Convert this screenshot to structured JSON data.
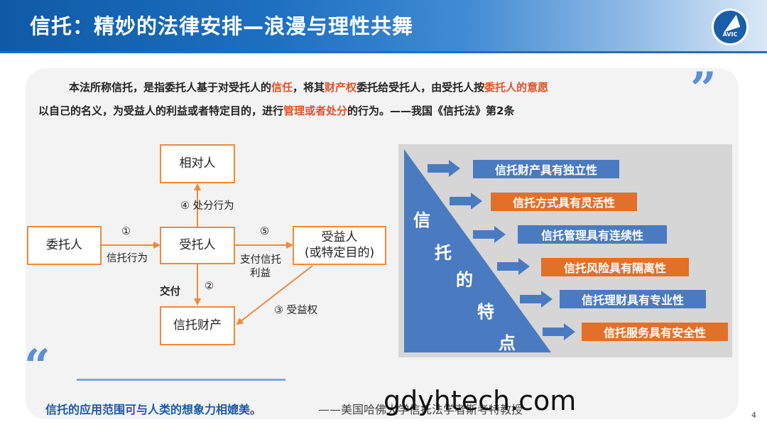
{
  "header": {
    "title": "信托：精妙的法律安排—浪漫与理性共舞",
    "logo_text": "AVIC"
  },
  "quote": {
    "line1": [
      "本法所称信托，是指委托人基于对受托人的",
      "信任",
      "，将其",
      "财产权",
      "委托给受托人，由受托人按",
      "委托人的意愿"
    ],
    "line2": [
      "以自己的名义，为受益人的利益或者特定目的，进行",
      "管理或者处分",
      "的行为。——我国《信托法》第2条"
    ]
  },
  "diagram": {
    "boxes": {
      "xiangduiren": "相对人",
      "weituoren": "委托人",
      "shoutuoren": "受托人",
      "shouyiren_line1": "受益人",
      "shouyiren_line2": "(或特定目的)",
      "xintuocaichan": "信托财产"
    },
    "labels": {
      "step4": "④  处分行为",
      "step1_num": "①",
      "step1_text": "信托行为",
      "step5_num": "⑤",
      "step5_line1": "支付信托",
      "step5_line2": "利益",
      "jiaofu": "交付",
      "step2": "②",
      "step3": "③ 受益权"
    }
  },
  "features": {
    "vertical_chars": [
      "信",
      "托",
      "的",
      "特",
      "点"
    ],
    "items": [
      {
        "text": "信托财产具有独立性",
        "color": "#4a7bc0"
      },
      {
        "text": "信托方式具有灵活性",
        "color": "#e0702a"
      },
      {
        "text": "信托管理具有连续性",
        "color": "#4a7bc0"
      },
      {
        "text": "信托风险具有隔离性",
        "color": "#e0702a"
      },
      {
        "text": "信托理财具有专业性",
        "color": "#4a7bc0"
      },
      {
        "text": "信托服务具有安全性",
        "color": "#e0702a"
      }
    ]
  },
  "bottom": {
    "quote": "信托的应用范围可与人类的想象力相媲美。",
    "attribution": "——美国哈佛大学信托法学者斯考特教授"
  },
  "watermark": "gdyhtech.com",
  "page_number": "4"
}
